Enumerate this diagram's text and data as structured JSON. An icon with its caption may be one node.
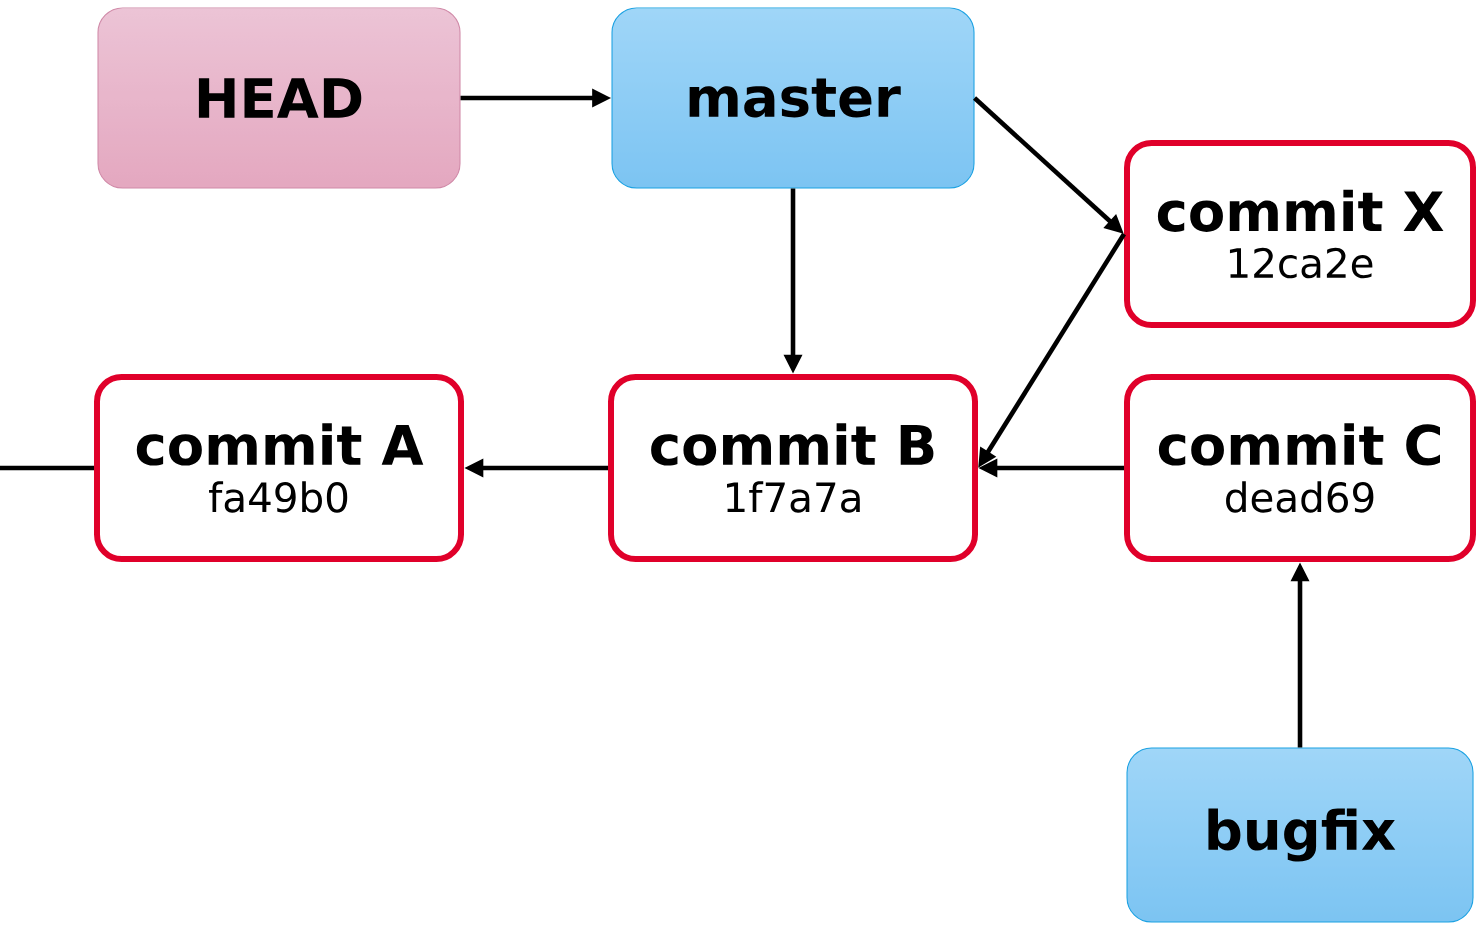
{
  "diagram": {
    "nodes": [
      {
        "text": [
          "HEAD"
        ]
      },
      {
        "text": [
          "master"
        ]
      },
      {
        "text": [
          "commit X",
          "12ca2e"
        ]
      },
      {
        "text": [
          "commit A",
          "fa49b0"
        ]
      },
      {
        "text": [
          "commit B",
          "1f7a7a"
        ]
      },
      {
        "text": [
          "commit C",
          "dead69"
        ]
      },
      {
        "text": [
          "bugfix"
        ]
      }
    ],
    "edges": [
      {
        "from": 0,
        "to": 1,
        "arrow": "to"
      },
      {
        "from": 1,
        "to": 4,
        "arrow": "to"
      },
      {
        "from": 1,
        "to": 2,
        "arrow": "to"
      },
      {
        "from": 2,
        "to": 4,
        "arrow": "to"
      },
      {
        "from": 4,
        "to": 3,
        "arrow": "to"
      },
      {
        "from": 5,
        "to": 4,
        "arrow": "to"
      },
      {
        "from": 6,
        "to": 5,
        "arrow": "to"
      },
      {
        "from": 3,
        "to": null,
        "arrow": "none"
      }
    ]
  }
}
